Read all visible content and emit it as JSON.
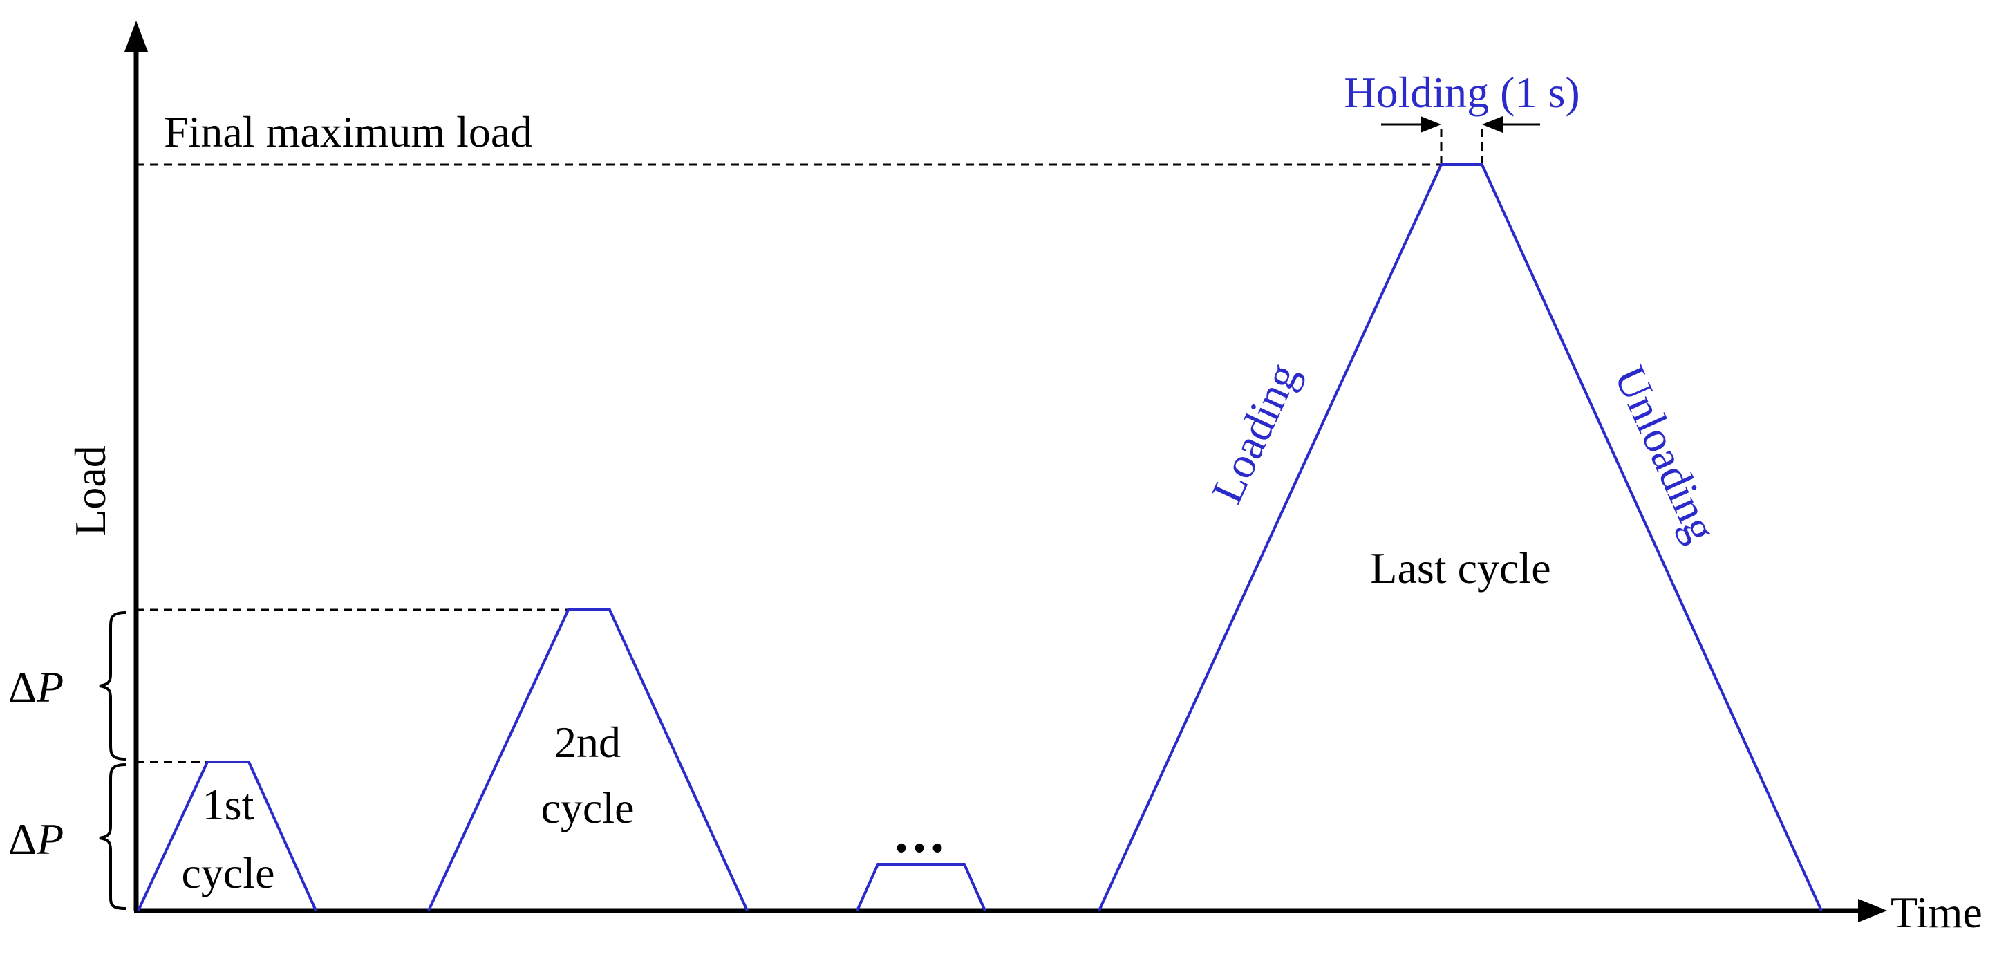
{
  "labels": {
    "y_axis": "Load",
    "x_axis": "Time",
    "final_max_load": "Final maximum load",
    "holding": "Holding (1 s)",
    "loading": "Loading",
    "unloading": "Unloading",
    "last_cycle": "Last cycle",
    "cycle_1_line1": "1st",
    "cycle_1_line2": "cycle",
    "cycle_2_line1": "2nd",
    "cycle_2_line2": "cycle",
    "ellipsis": "...",
    "delta_symbol": "Δ",
    "p_symbol": "P"
  },
  "colors": {
    "curve": "#2b2bcc",
    "text_blue": "#2b2bcc",
    "axis": "#000000"
  }
}
